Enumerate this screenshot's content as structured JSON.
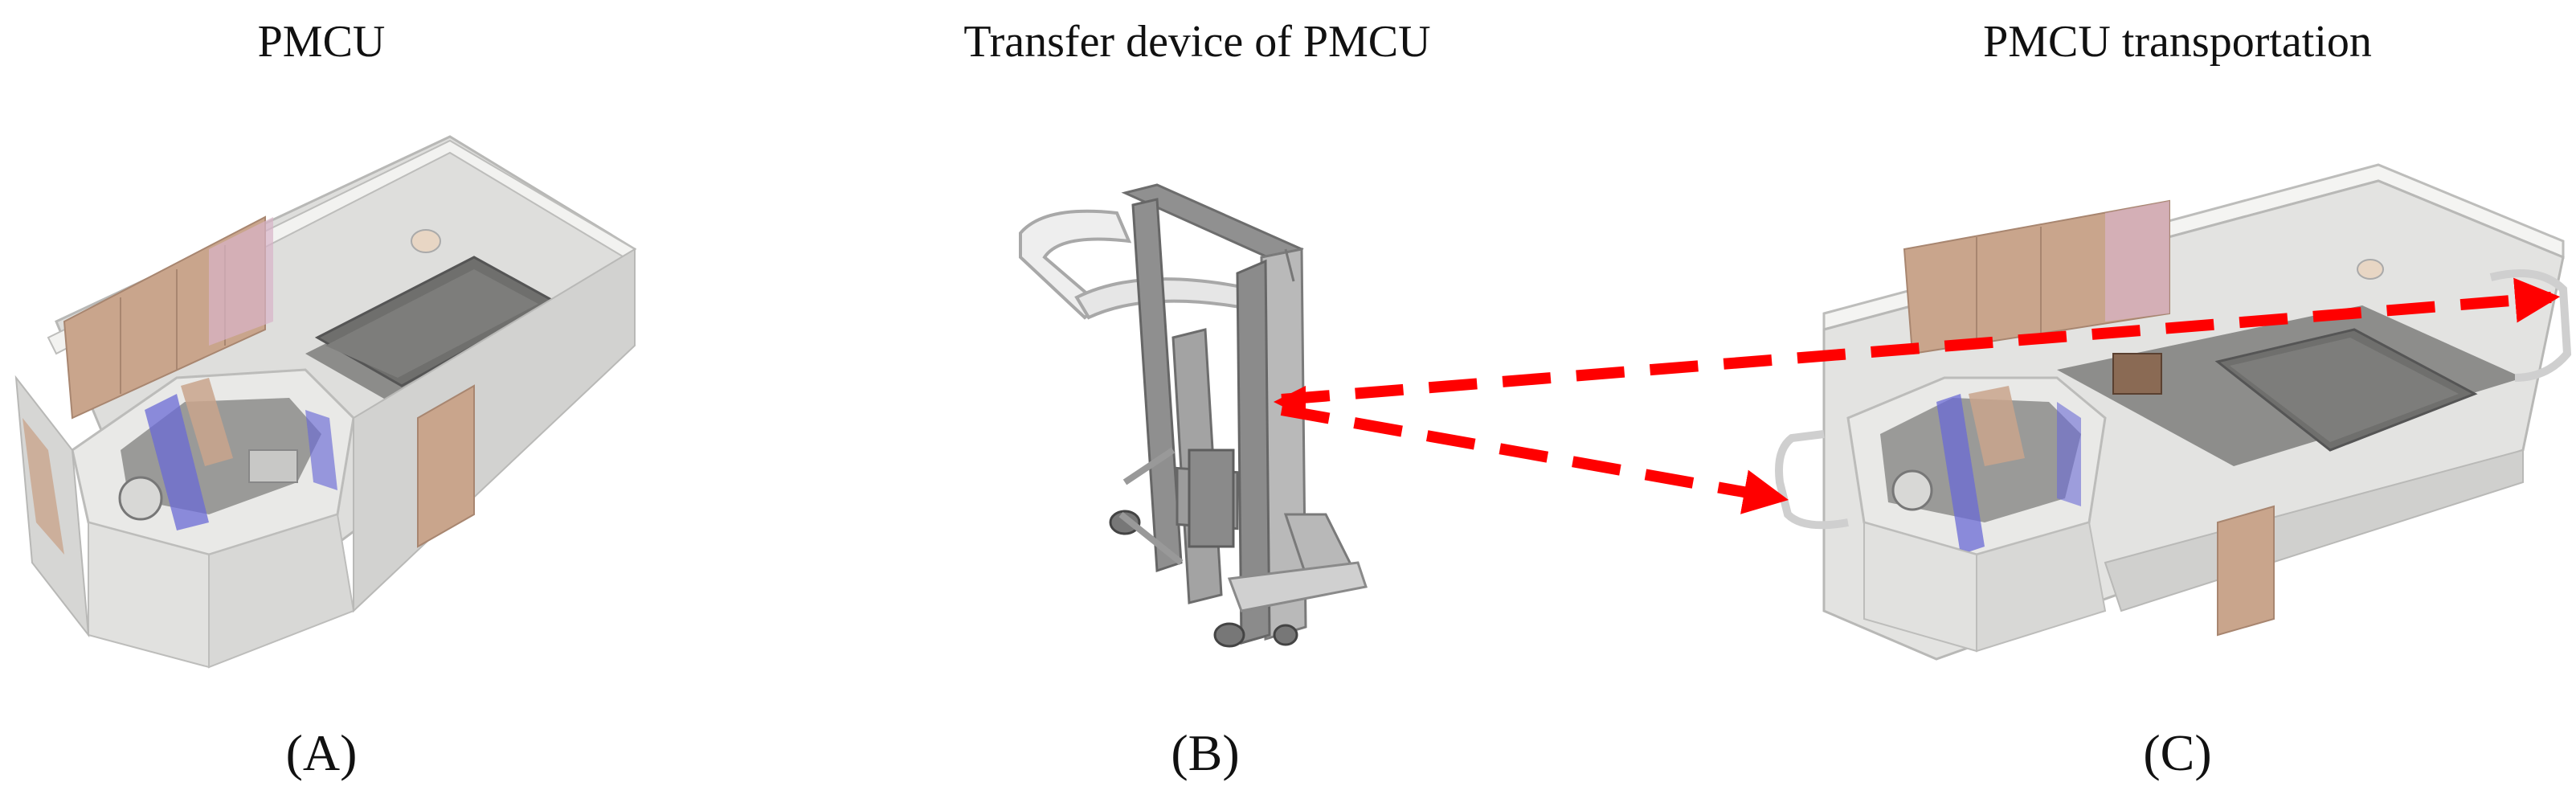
{
  "panels": [
    {
      "caption": "PMCU",
      "label": "(A)"
    },
    {
      "caption": "Transfer device of PMCU",
      "label": "(B)"
    },
    {
      "caption": "PMCU transportation",
      "label": "(C)"
    }
  ],
  "colors": {
    "wall": "#e6e6e4",
    "wall_shade": "#cfcfcc",
    "floor": "#8a8a88",
    "wood": "#c9a58c",
    "glass_blue": "#6a6ad6",
    "arrow": "#ff0000",
    "frame": "#9a9a9a"
  },
  "icons": [
    "pmcu-unit-model",
    "transfer-device-model",
    "arrow-icon"
  ]
}
